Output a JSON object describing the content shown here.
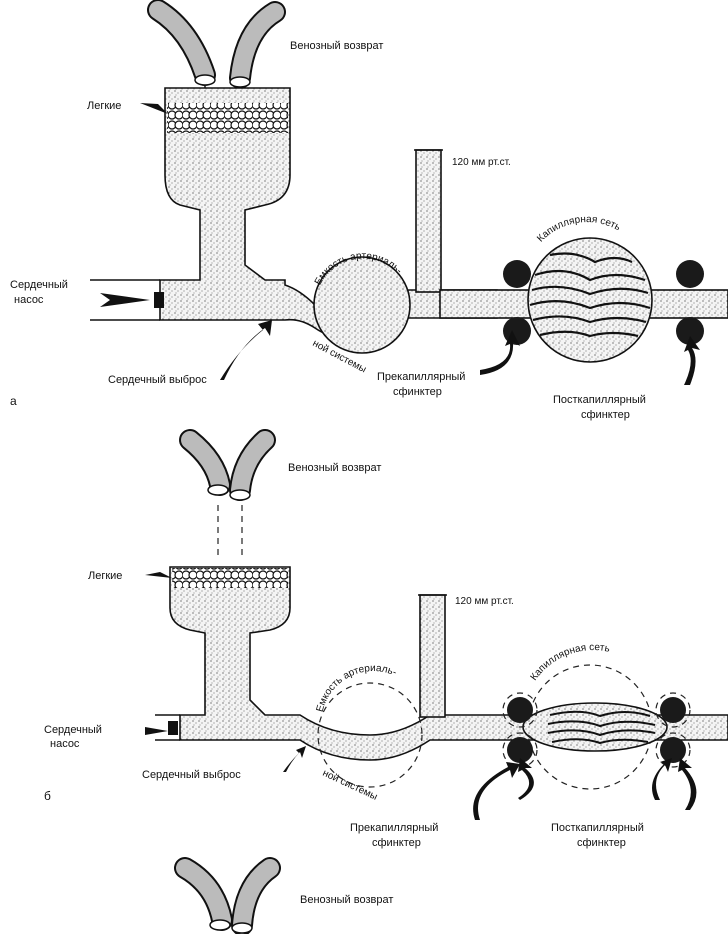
{
  "panel_a": {
    "letter": "а",
    "venous_return": "Венозный возврат",
    "lungs": "Легкие",
    "pressure": "120 мм рт.ст.",
    "pump": [
      "Сердечный",
      "насос"
    ],
    "cardiac_output": "Сердечный выброс",
    "capacity_top": "Емкость артериаль-",
    "capacity_bottom": "ной системы",
    "capillary_net": "Капиллярная сеть",
    "precap": [
      "Прекапиллярный",
      "сфинктер"
    ],
    "postcap": [
      "Посткапиллярный",
      "сфинктер"
    ]
  },
  "panel_b": {
    "letter": "б",
    "venous_return": "Венозный возврат",
    "lungs": "Легкие",
    "pressure": "120 мм рт.ст.",
    "pump": [
      "Сердечный",
      "насос"
    ],
    "cardiac_output": "Сердечный выброс",
    "capacity_top": "Емкость артериаль-",
    "capacity_bottom": "ной системы",
    "capillary_net": "Капиллярная сеть",
    "precap": [
      "Прекапиллярный",
      "сфинктер"
    ],
    "postcap": [
      "Посткапиллярный",
      "сфинктер"
    ]
  },
  "panel_c": {
    "venous_return": "Венозный возврат"
  },
  "colors": {
    "ink": "#111111",
    "stipple_bg": "#f4f4f4",
    "paper": "#ffffff"
  }
}
